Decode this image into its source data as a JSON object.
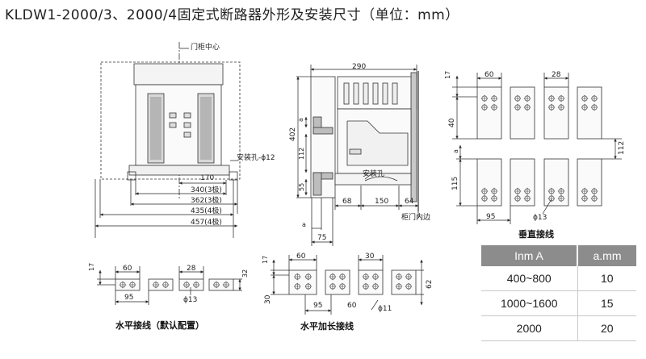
{
  "title": "KLDW1-2000/3、2000/4固定式断路器外形及安装尺寸（单位：mm）",
  "front_view": {
    "door_center": "门柜中心",
    "mount_hole": "安装孔-ϕ12",
    "dims": [
      "170",
      "340(3极)",
      "362(3极)",
      "435(4极)",
      "457(4极)"
    ]
  },
  "side_view": {
    "width_top": "290",
    "height": "402",
    "a_top": "a",
    "v112": "112",
    "v55": "55",
    "hole_label": "安装孔",
    "d68": "68",
    "d150": "150",
    "d64": "64",
    "door_edge": "柜门内边",
    "a_bottom": "a",
    "d75": "75"
  },
  "vertical_wiring": {
    "caption": "垂直接线",
    "d17": "17",
    "d60": "60",
    "d28": "28",
    "d40": "40",
    "a": "a",
    "d112": "112",
    "d115": "115",
    "d95": "95",
    "hole": "ϕ13"
  },
  "horizontal_default": {
    "caption": "水平接线（默认配置）",
    "d17": "17",
    "d60": "60",
    "d28": "28",
    "d32": "32",
    "d95": "95",
    "hole": "ϕ13"
  },
  "horizontal_extended": {
    "caption": "水平加长接线",
    "d17": "17",
    "d60": "60",
    "d30": "30",
    "d62": "62",
    "d30b": "30",
    "d95": "95",
    "d60b": "60",
    "hole": "ϕ11"
  },
  "a_table": {
    "headers": [
      "Inm A",
      "a.mm"
    ],
    "rows": [
      {
        "inm": "400~800",
        "a": "10"
      },
      {
        "inm": "1000~1600",
        "a": "15"
      },
      {
        "inm": "2000",
        "a": "20"
      }
    ]
  }
}
